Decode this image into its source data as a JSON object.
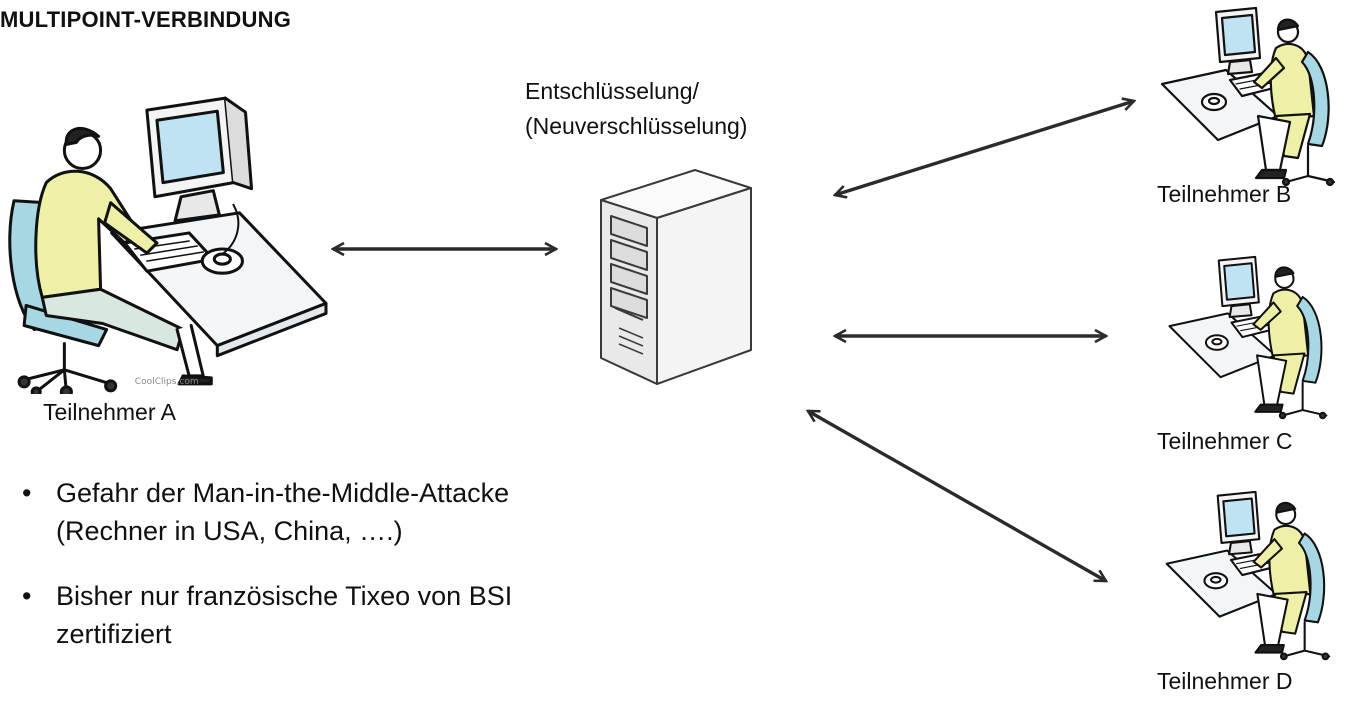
{
  "title": "MULTIPOINT-VERBINDUNG",
  "server": {
    "caption_line1": "Entschlüsselung/",
    "caption_line2": "(Neuverschlüsselung)",
    "icon": "server-tower-icon"
  },
  "participants": {
    "a": {
      "label": "Teilnehmer A",
      "watermark": "CoolClips.com",
      "icon": "person-at-computer-icon"
    },
    "b": {
      "label": "Teilnehmer B",
      "icon": "person-at-computer-icon"
    },
    "c": {
      "label": "Teilnehmer C",
      "icon": "person-at-computer-icon"
    },
    "d": {
      "label": "Teilnehmer D",
      "icon": "person-at-computer-icon"
    }
  },
  "bullets": [
    {
      "marker": "•",
      "text": "Gefahr der Man-in-the-Middle-Attacke\n(Rechner in USA, China, ….)"
    },
    {
      "marker": "•",
      "text": "Bisher nur französische Tixeo von BSI\nzertifiziert"
    }
  ],
  "colors": {
    "arrow": "#2b2b2b",
    "line": "#111111",
    "person_fill": "#eef0a8",
    "chair_fill": "#a8d7e4",
    "desk_fill": "#f2f6f8",
    "screen_fill": "#bfe3f2",
    "server_body": "#f4f4f4"
  }
}
